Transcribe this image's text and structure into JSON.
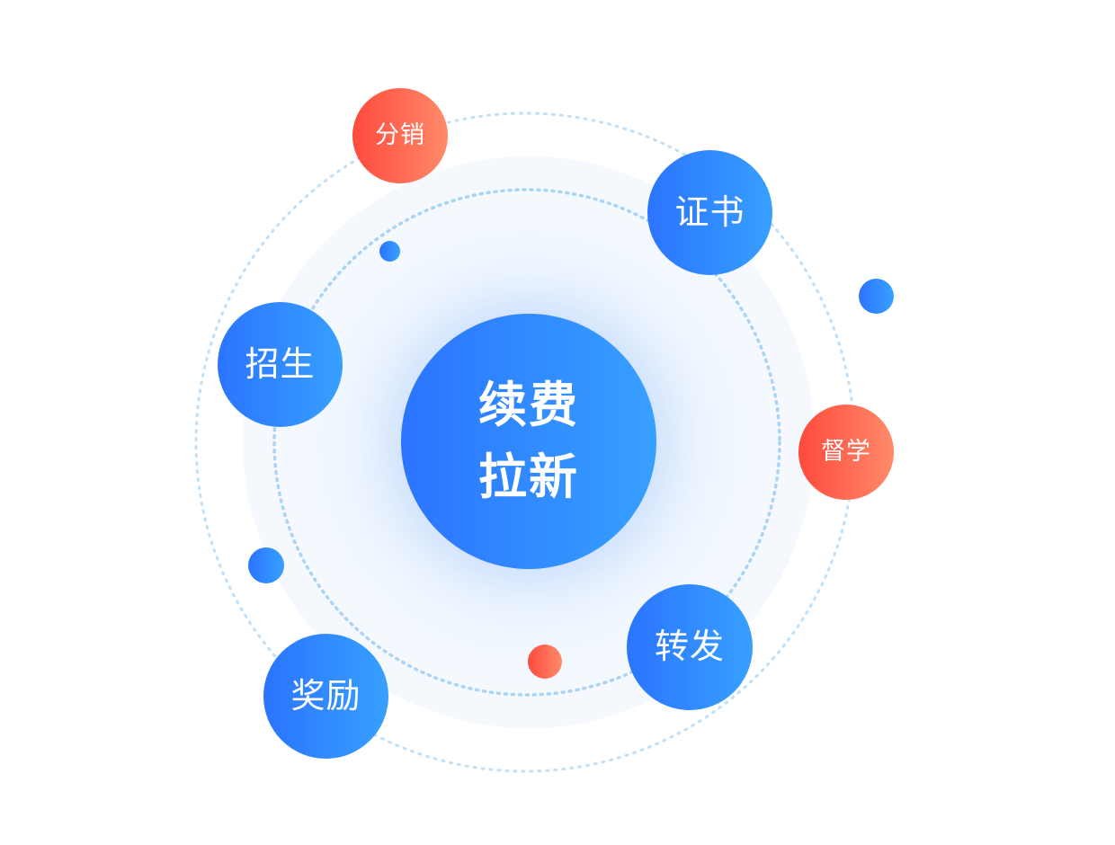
{
  "center": {
    "line1": "续费",
    "line2": "拉新"
  },
  "nodes": {
    "fenxiao": "分销",
    "zhengshu": "证书",
    "zhaosheng": "招生",
    "duxue": "督学",
    "zhuanfa": "转发",
    "jiangli": "奖励"
  },
  "colors": {
    "blue_start": "#2b74ff",
    "blue_end": "#37a0ff",
    "red_start": "#ff4a3d",
    "red_end": "#ff8a6a",
    "ring": "#b9dcf7",
    "glow": "#e8f2fd"
  }
}
